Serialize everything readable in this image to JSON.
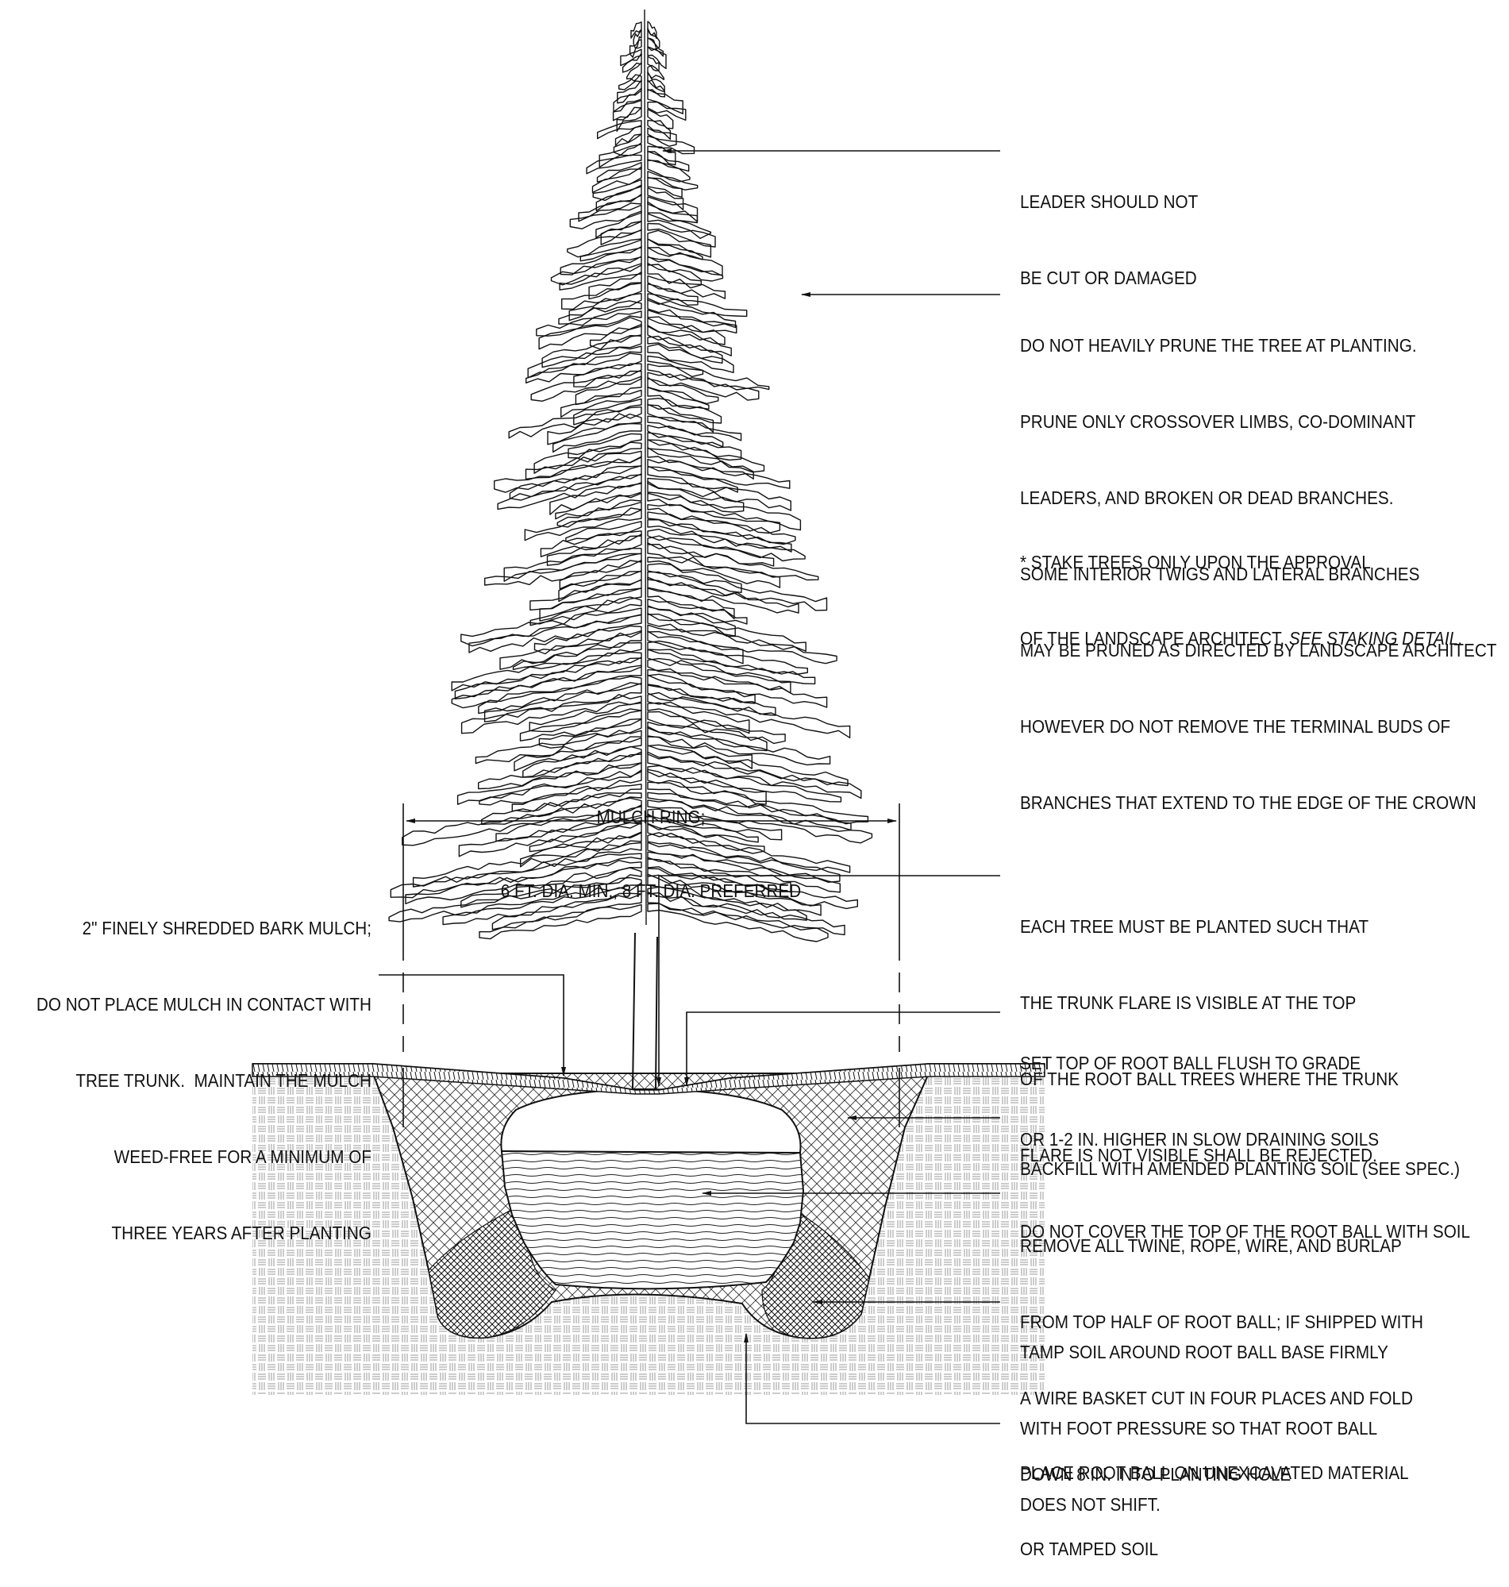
{
  "notes": {
    "leader": [
      "LEADER SHOULD NOT",
      "BE CUT OR DAMAGED"
    ],
    "prune": [
      "DO NOT HEAVILY PRUNE THE TREE AT PLANTING.",
      "PRUNE ONLY CROSSOVER LIMBS, CO-DOMINANT",
      "LEADERS, AND BROKEN OR DEAD BRANCHES.",
      "SOME INTERIOR TWIGS AND LATERAL BRANCHES",
      "MAY BE PRUNED AS DIRECTED BY LANDSCAPE ARCHITECT",
      "HOWEVER DO NOT REMOVE THE TERMINAL BUDS OF",
      "BRANCHES THAT EXTEND TO THE EDGE OF THE CROWN"
    ],
    "stake_line1": "* STAKE TREES ONLY UPON THE APPROVAL",
    "stake_line2_prefix": "OF THE LANDSCAPE ARCHITECT, ",
    "stake_line2_italic": "SEE STAKING DETAIL.",
    "mulch_ring": [
      "MULCH RING;",
      "6 FT. DIA. MIN., 8 FT. DIA. PREFERRED"
    ],
    "mulch": [
      "2\" FINELY SHREDDED BARK MULCH;",
      "DO NOT PLACE MULCH IN CONTACT WITH",
      "TREE TRUNK.  MAINTAIN THE MULCH",
      "WEED-FREE FOR A MINIMUM OF",
      "THREE YEARS AFTER PLANTING"
    ],
    "flare": [
      "EACH TREE MUST BE PLANTED SUCH THAT",
      "THE TRUNK FLARE IS VISIBLE AT THE TOP",
      "OF THE ROOT BALL TREES WHERE THE TRUNK",
      "FLARE IS NOT VISIBLE SHALL BE REJECTED.",
      "DO NOT COVER THE TOP OF THE ROOT BALL WITH SOIL"
    ],
    "flush": [
      "SET TOP OF ROOT BALL FLUSH TO GRADE",
      "OR 1-2 IN. HIGHER IN SLOW DRAINING SOILS"
    ],
    "backfill": [
      "BACKFILL WITH AMENDED PLANTING SOIL (SEE SPEC.)"
    ],
    "twine": [
      "REMOVE ALL TWINE, ROPE, WIRE, AND BURLAP",
      "FROM TOP HALF OF ROOT BALL; IF SHIPPED WITH",
      "A WIRE BASKET CUT IN FOUR PLACES AND FOLD",
      "DOWN 8 IN. INTO PLANTING HOLE"
    ],
    "tamp": [
      "TAMP SOIL AROUND ROOT BALL BASE FIRMLY",
      "WITH FOOT PRESSURE SO THAT ROOT BALL",
      "DOES NOT SHIFT."
    ],
    "place": [
      "PLACE ROOT BALL ON UNEXCAVATED MATERIAL",
      "OR TAMPED SOIL"
    ]
  }
}
